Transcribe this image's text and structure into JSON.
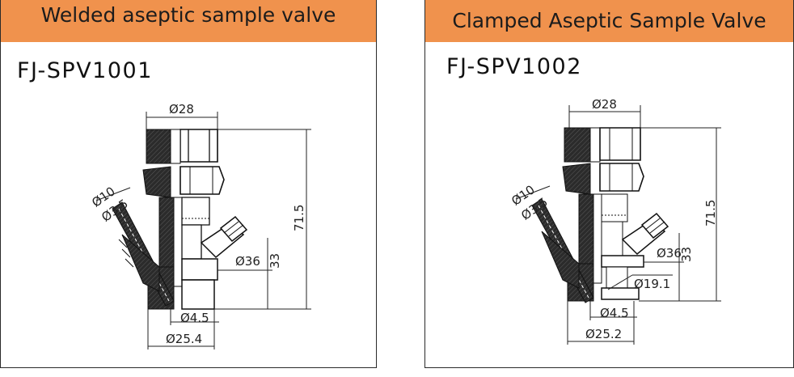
{
  "left_panel": {
    "banner_title": "Welded aseptic sample valve",
    "model": "FJ-SPV1001",
    "dims": {
      "top_width": "Ø28",
      "height": "71.5",
      "port_outer": "Ø10",
      "port_inner": "Ø3.5",
      "body_dia": "Ø36",
      "body_height": "33",
      "bore": "Ø4.5",
      "base_width": "Ø25.4"
    }
  },
  "right_panel": {
    "banner_title": "Clamped Aseptic Sample Valve",
    "model": "FJ-SPV1002",
    "dims": {
      "top_width": "Ø28",
      "height": "71.5",
      "port_outer": "Ø10",
      "port_inner": "Ø3.5",
      "body_dia": "Ø36",
      "body_height": "33",
      "ferrule": "Ø19.1",
      "bore": "Ø4.5",
      "base_width": "Ø25.2"
    }
  },
  "colors": {
    "banner": "#f0924d",
    "hatch": "#1e1e1e",
    "line": "#222222"
  }
}
